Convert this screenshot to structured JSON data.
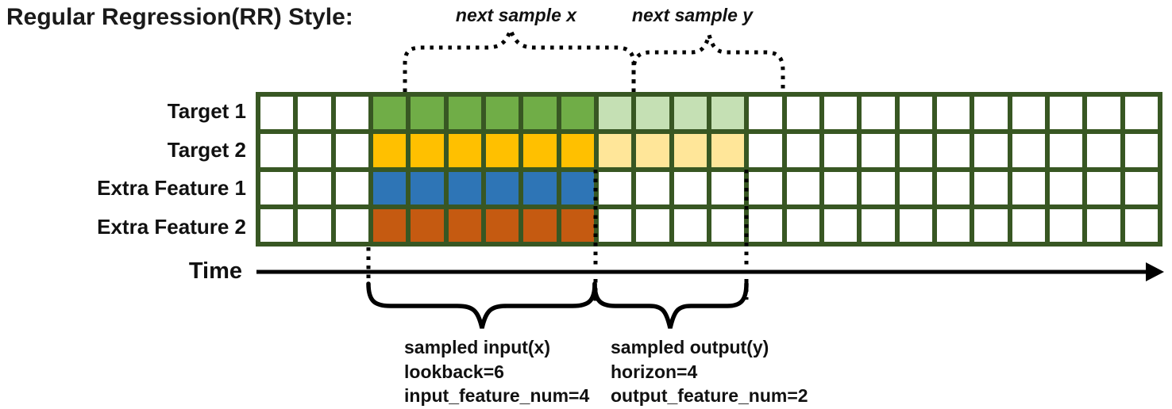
{
  "title": "Regular Regression(RR) Style:",
  "annotations": {
    "next_sample_x": "next sample x",
    "next_sample_y": "next sample y"
  },
  "rows": [
    {
      "label": "Target 1",
      "input_color": "#70AD47",
      "output_color": "#C5E0B4"
    },
    {
      "label": "Target 2",
      "input_color": "#FFC000",
      "output_color": "#FFE699"
    },
    {
      "label": "Extra Feature 1",
      "input_color": "#2E75B6",
      "output_color": null
    },
    {
      "label": "Extra Feature 2",
      "input_color": "#C55A11",
      "output_color": null
    }
  ],
  "grid": {
    "columns": 24,
    "input_start_col": 3,
    "input_end_col": 9,
    "output_start_col": 9,
    "output_end_col": 13,
    "border_color": "#385723",
    "empty_cell_color": "#FFFFFF"
  },
  "time_axis": {
    "label": "Time",
    "arrow_color": "#000000"
  },
  "input_annotation": {
    "lines": [
      "sampled input(x)",
      "lookback=6",
      "input_feature_num=4"
    ]
  },
  "output_annotation": {
    "lines": [
      "sampled output(y)",
      "horizon=4",
      "output_feature_num=2"
    ]
  }
}
